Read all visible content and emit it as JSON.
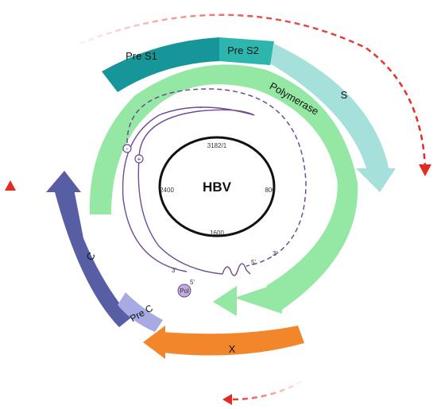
{
  "genome": {
    "title": "HBV",
    "positions": {
      "top": "3182/1",
      "right": "800",
      "bottom": "1600",
      "left": "2400"
    }
  },
  "genes": {
    "pre_s1": "Pre S1",
    "pre_s2": "Pre S2",
    "s": "S",
    "polymerase": "Polymerase",
    "c": "C",
    "pre_c": "Pre C",
    "x": "X"
  },
  "strand_labels": {
    "minus_sign": "-",
    "plus_sign": "+",
    "three_prime_left": "3'",
    "three_prime_right": "3'",
    "five_prime_top": "5'",
    "five_prime_pol": "5'",
    "pol": "Pol"
  },
  "colors": {
    "pre_s1": "#17969a",
    "pre_s2": "#2db6ad",
    "s": "#a6e0da",
    "polymerase": "#95e8a4",
    "c": "#585ea3",
    "pre_c": "#a8abe3",
    "x": "#f1862a",
    "transcript_arrows": "#e32b23",
    "strands": "#6f4a95"
  }
}
